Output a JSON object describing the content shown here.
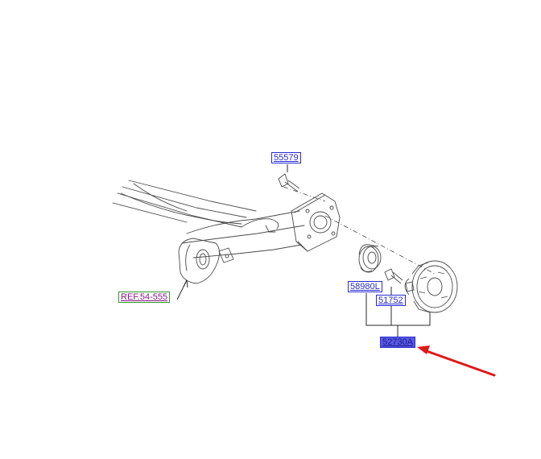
{
  "labels": {
    "bolt_top": "55579",
    "ref": "REF.54-555",
    "seal": "58980L",
    "bolt_hub": "51752",
    "hub_assembly": "52730A"
  },
  "colors": {
    "label_border": "#2a2ad4",
    "label_text": "#2a2ad4",
    "selected_fill": "#5a5ae6",
    "ref_border": "#2e9a2e",
    "ref_text": "#8a1a8a",
    "arrow": "#e01818",
    "line_art": "#4a4a4a"
  }
}
